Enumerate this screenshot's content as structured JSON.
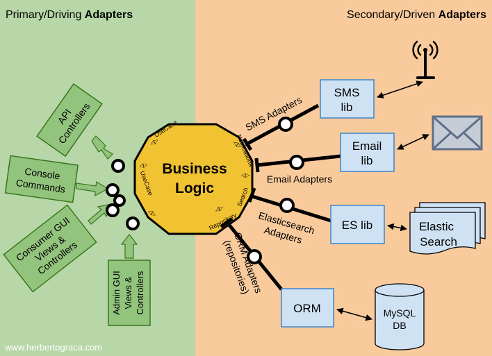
{
  "headers": {
    "primary_prefix": "Primary/Driving ",
    "primary_bold": "Adapters",
    "secondary_prefix": "Secondary/Driven ",
    "secondary_bold": "Adapters"
  },
  "core": {
    "title_line1": "Business",
    "title_line2": "Logic",
    "ports": {
      "usecase_top": "UseCase",
      "usecase_left": "UseCase",
      "notifications": "Notifications",
      "search": "Search",
      "repository": "Repository"
    }
  },
  "primary_adapters": {
    "api": [
      "API",
      "Controllers"
    ],
    "console": [
      "Console",
      "Commands"
    ],
    "consumer": [
      "Consumer GUI",
      "Views &",
      "Controllers"
    ],
    "admin": [
      "Admin GUI",
      "Views &",
      "Controllers"
    ]
  },
  "secondary_adapters": {
    "sms": "SMS Adapters",
    "email": "Email Adapters",
    "es": [
      "Elasticsearch",
      "Adapters"
    ],
    "orm": [
      "ORM Adapters",
      "(repositories)"
    ]
  },
  "libs": {
    "sms": [
      "SMS",
      "lib"
    ],
    "email": [
      "Email",
      "lib"
    ],
    "es": "ES lib",
    "orm": "ORM"
  },
  "externals": {
    "elastic": [
      "Elastic",
      "Search"
    ],
    "mysql": [
      "MySQL",
      "DB"
    ]
  },
  "icons": [
    "antenna-icon",
    "envelope-icon"
  ],
  "footer": "www.herbertograca.com",
  "colors": {
    "primary_bg": "#b7d7a8",
    "secondary_bg": "#f9cb9c",
    "adapter_fill": "#93c47d",
    "adapter_stroke": "#38761d",
    "core_fill": "#f1c232",
    "lib_fill": "#cfe2f3",
    "lib_stroke": "#3d85c6"
  }
}
